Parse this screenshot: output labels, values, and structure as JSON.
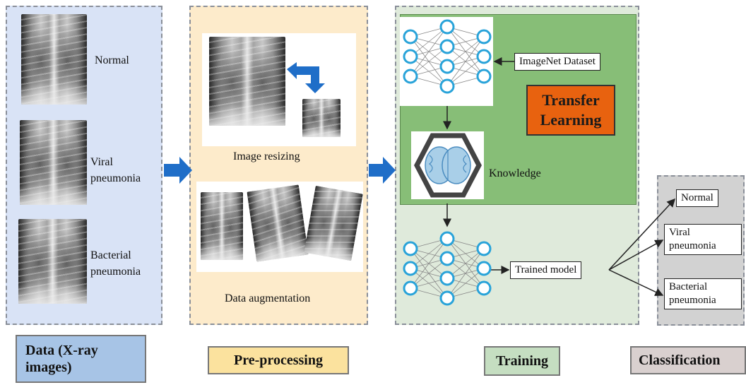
{
  "panels": {
    "data": {
      "labels": [
        "Normal",
        "Viral\npneumonia",
        "Bacterial\npneumonia"
      ],
      "footer": "Data (X-ray\nimages)"
    },
    "preprocessing": {
      "resizing_label": "Image resizing",
      "augmentation_label": "Data augmentation",
      "footer": "Pre-processing"
    },
    "training": {
      "imagenet_label": "ImageNet Dataset",
      "transfer_label_1": "Transfer",
      "transfer_label_2": "Learning",
      "knowledge_label": "Knowledge",
      "trained_model_label": "Trained model",
      "footer": "Training"
    },
    "classification": {
      "outputs": [
        "Normal",
        "Viral\npneumonia",
        "Bacterial\npneumonia"
      ],
      "footer": "Classification"
    }
  },
  "colors": {
    "data_panel": "#d9e3f6",
    "preprocessing_panel": "#fdebcb",
    "training_panel": "#dfeadb",
    "training_inner": "#87be77",
    "classification_panel": "#d2d2d2",
    "transfer_box": "#e8620f",
    "flow_arrow": "#1f6ec8",
    "neuron_stroke": "#29a3d9"
  },
  "icons": [
    "flow-arrow-icon",
    "resize-arrow-icon",
    "brain-hexagon-icon",
    "neural-network-icon"
  ]
}
